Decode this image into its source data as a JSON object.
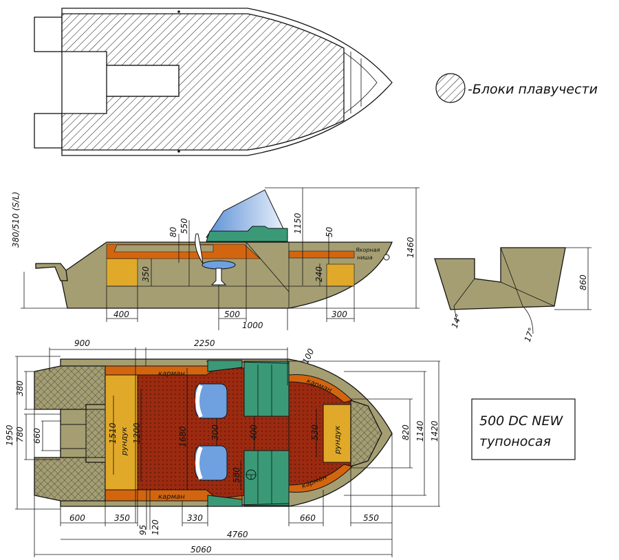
{
  "legend": {
    "label": "-Блоки плавучести"
  },
  "model": {
    "line1": "500 DC NEW",
    "line2": "тупоносая"
  },
  "side_view": {
    "dims": [
      "380/510 (S/L)",
      "80",
      "550",
      "350",
      "1150",
      "50",
      "240",
      "1460",
      "400",
      "500",
      "1000",
      "300"
    ],
    "anchor_label_1": "Якорная",
    "anchor_label_2": "ниша"
  },
  "end_view": {
    "dims": [
      "860",
      "14°",
      "17°"
    ]
  },
  "plan_view": {
    "dims": [
      "900",
      "2250",
      "100",
      "1950",
      "380",
      "780",
      "660",
      "1510",
      "1200",
      "1680",
      "300",
      "400",
      "580",
      "530",
      "820",
      "1140",
      "1420",
      "600",
      "350",
      "95",
      "120",
      "330",
      "660",
      "550",
      "4760",
      "5060"
    ],
    "pocket_label": "карман",
    "locker_label": "рундук"
  },
  "colors": {
    "hull": "#a59e72",
    "orange": "#d4650f",
    "yellow": "#e0a92a",
    "floor": "#9b2a10",
    "green": "#3a9a78",
    "seat": "#6fa0e0",
    "glass": "#a9c8ec"
  }
}
